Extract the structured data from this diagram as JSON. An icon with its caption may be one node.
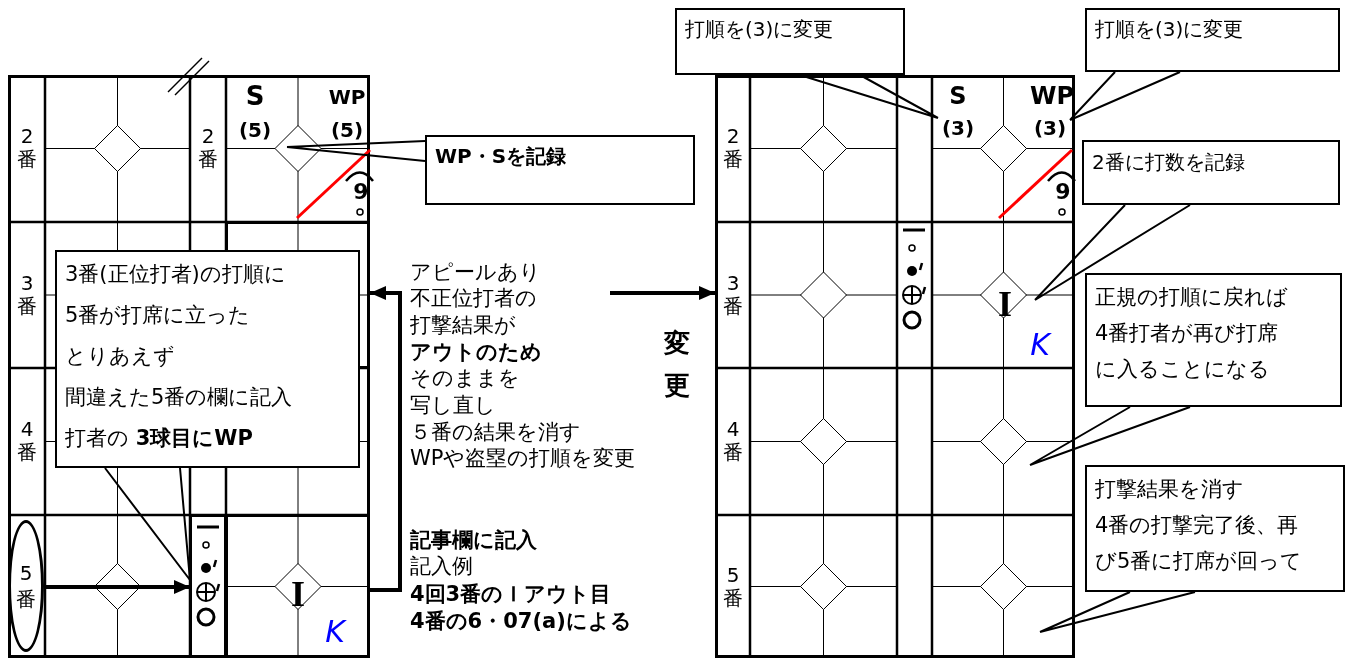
{
  "diagram": {
    "nodes": [
      {
        "text": [],
        "shape": "box"
      },
      {
        "text": [],
        "shape": "box",
        "in": 0
      },
      {
        "text": [],
        "shape": "box",
        "in": 0
      },
      {
        "text": [],
        "shape": "box",
        "in": 0
      },
      {
        "text": [
          "5番"
        ],
        "in": 0
      },
      {
        "text": [
          "WP・Sを記録"
        ]
      },
      {
        "text": [
          "3番(正位打者)の打順に",
          "5番が打席に立った",
          "とりあえず",
          "間違えた5番の欄に記入",
          "打者の **3球目にWP**"
        ],
        "in": 0
      },
      {
        "text": [],
        "shape": "box"
      },
      {
        "text": [
          "S",
          "(3)"
        ],
        "in": 7
      },
      {
        "text": [
          "WP",
          "(3)"
        ],
        "in": 7
      },
      {
        "text": [
          "打順を(3)に変更"
        ]
      },
      {
        "text": [
          "打順を(3)に変更"
        ]
      },
      {
        "text": [
          "2番に打数を記録"
        ]
      },
      {
        "text": [
          "正規の打順に戻れば4番打者が再び打席に入ることになる"
        ]
      },
      {
        "text": [
          "打撃結果を消す",
          "4番の打撃完了後、再び5番に打席が回って"
        ]
      }
    ],
    "edges": [
      {
        "from": 5,
        "to": null,
        "arrow": "none"
      },
      {
        "from": 6,
        "to": 2,
        "arrow": "none"
      },
      {
        "from": 4,
        "to": 2,
        "arrow": "to"
      },
      {
        "from": 3,
        "to": 1,
        "arrow": "to"
      },
      {
        "from": null,
        "to": 7,
        "arrow": "to",
        "label": "変更"
      },
      {
        "from": 10,
        "to": 8,
        "arrow": "none"
      },
      {
        "from": 11,
        "to": 9,
        "arrow": "none"
      },
      {
        "from": 12,
        "to": null,
        "arrow": "none"
      },
      {
        "from": 13,
        "to": null,
        "arrow": "none"
      },
      {
        "from": 14,
        "to": null,
        "arrow": "none"
      }
    ],
    "labels": [
      "2番",
      "2番",
      "S",
      "(5)",
      "WP",
      "(5)",
      "9",
      "3番",
      "4番",
      "I",
      "K",
      "アピールあり",
      "不正位打者の",
      "打撃結果が",
      "アウトのため",
      "そのままを",
      "写し直し",
      "５番の結果を消す",
      "WPや盗塁の打順を変更",
      "記事欄に記入",
      "記入例",
      "4回3番のＩアウト目",
      "4番の6・07(a)による",
      "2番",
      "9",
      "3番",
      "I",
      "K",
      "4番",
      "5番"
    ]
  }
}
